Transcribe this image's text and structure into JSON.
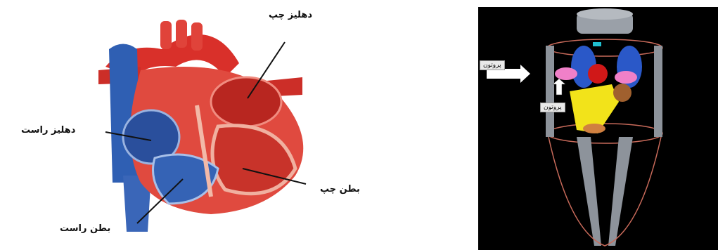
{
  "heart_labels": {
    "left_atrium": "دهلیز چپ",
    "right_atrium": "دهلیز راست",
    "left_ventricle": "بطن چپ",
    "right_ventricle": "بطن راست"
  },
  "model_labels": {
    "input_arrow": "پروتون",
    "inner_label": "پروتون"
  },
  "colors": {
    "oxygenated": "#d9302a",
    "deoxygenated": "#2f5fb3",
    "background_right": "#000000"
  }
}
